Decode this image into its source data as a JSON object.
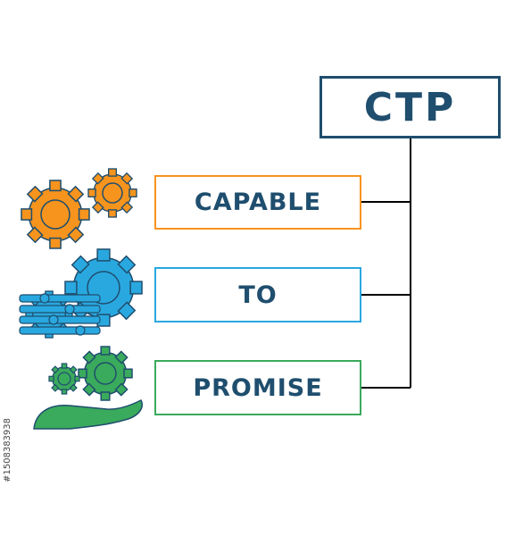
{
  "title": "CTP",
  "rows": [
    {
      "label": "CAPABLE",
      "color": "#f7941d",
      "icon": "gears-icon"
    },
    {
      "label": "TO",
      "color": "#29a8e0",
      "icon": "gears-with-sliders-icon"
    },
    {
      "label": "PROMISE",
      "color": "#3aaa5c",
      "icon": "hand-with-gears-icon"
    }
  ],
  "colors": {
    "title_border": "#1f4e6e",
    "text": "#1f4e6e",
    "connector": "#000000"
  },
  "stock_id": "#1508383938"
}
